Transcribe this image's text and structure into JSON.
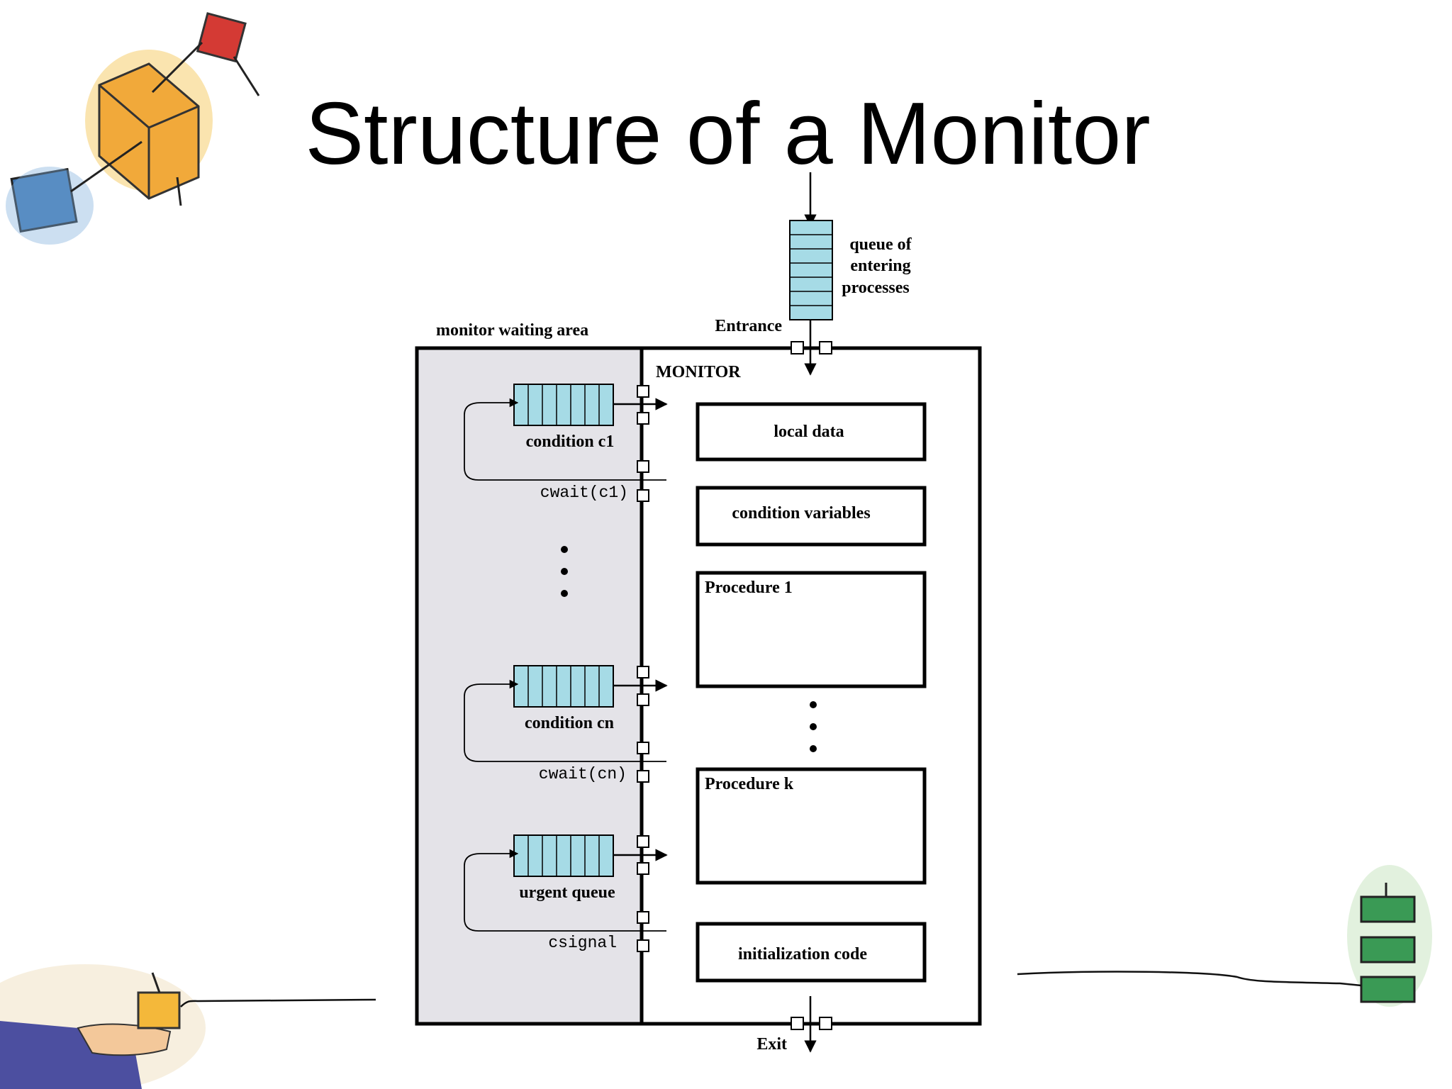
{
  "slide": {
    "title": "Structure of a Monitor"
  },
  "diagram": {
    "queue_label": [
      "queue of",
      "entering",
      "processes"
    ],
    "entrance_label": "Entrance",
    "waiting_area_label": "monitor waiting area",
    "monitor_label": "MONITOR",
    "exit_label": "Exit",
    "queues": [
      {
        "label": "condition c1",
        "op": "cwait(c1)"
      },
      {
        "label": "condition cn",
        "op": "cwait(cn)"
      },
      {
        "label": "urgent queue",
        "op": "csignal"
      }
    ],
    "boxes": {
      "local_data": "local data",
      "condition_variables": "condition variables",
      "procedure_1": "Procedure 1",
      "procedure_k": "Procedure k",
      "initialization_code": "initialization code"
    }
  },
  "colors": {
    "queue_fill": "#a6dbe6",
    "waiting_area_fill": "#e4e3e8"
  },
  "decorations": [
    "cubes-clipart",
    "hand-with-cube-clipart",
    "stack-clipart"
  ]
}
